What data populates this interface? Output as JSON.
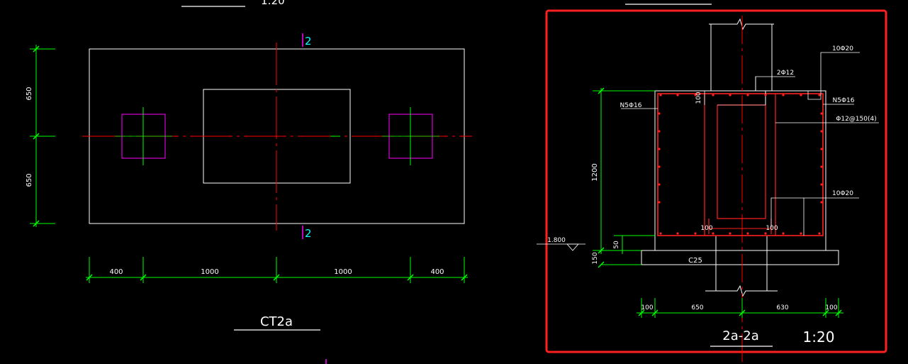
{
  "colors": {
    "background": "#000000",
    "outline": "#ffffff",
    "dimension": "#00ff00",
    "centerline": "#ff0000",
    "pile": "#ff00ff",
    "section_mark": "#00ffff",
    "rebar": "#ff2020",
    "highlight_frame": "#ff2020"
  },
  "plan": {
    "top_scale": "1:20",
    "section_mark_top": "2",
    "section_mark_bottom": "2",
    "dim_vertical": [
      "650",
      "650"
    ],
    "dim_horizontal": [
      "400",
      "1000",
      "1000",
      "400"
    ],
    "caption": "CT2a"
  },
  "section": {
    "labels": {
      "top_bars": "10Φ20",
      "stirrup_top": "2Φ12",
      "side_bars_left": "N5Φ16",
      "side_bars_right": "N5Φ16",
      "stirrup_spacing": "Φ12@150(4)",
      "bottom_bars": "10Φ20",
      "cover_top": "100",
      "cover_bottom_left": "100",
      "cover_bottom_right": "100",
      "elevation": "1.800",
      "concrete_grade": "C25"
    },
    "dim_vertical": {
      "height": "1200",
      "d50": "50",
      "d150": "150"
    },
    "dim_horizontal": [
      "100",
      "650",
      "630",
      "100"
    ],
    "caption": "2a-2a",
    "scale": "1:20"
  }
}
